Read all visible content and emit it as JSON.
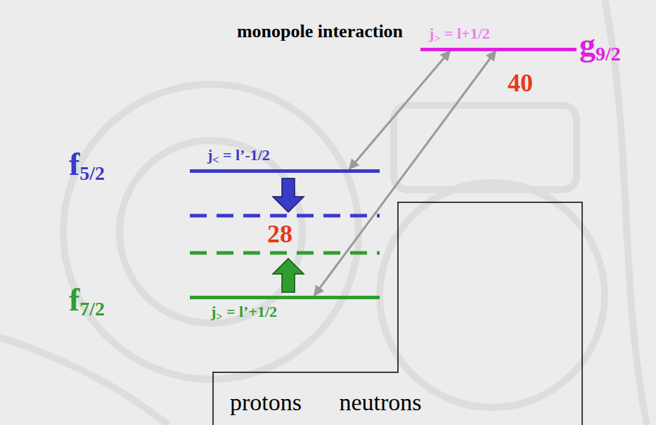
{
  "diagram": {
    "title": "monopole interaction",
    "nodes": [
      {
        "text": [
          "f5/2",
          "j< = l’-1/2"
        ]
      },
      {
        "text": [
          "f7/2",
          "j> = l’+1/2"
        ]
      },
      {
        "text": [
          "j> = l+1/2",
          "g9/2"
        ]
      }
    ],
    "edges": [
      {
        "from": 0,
        "to": 2,
        "arrow": "both"
      },
      {
        "from": 1,
        "to": 2,
        "arrow": "both"
      }
    ],
    "labels": [
      "28",
      "40",
      "protons",
      "neutrons"
    ]
  }
}
